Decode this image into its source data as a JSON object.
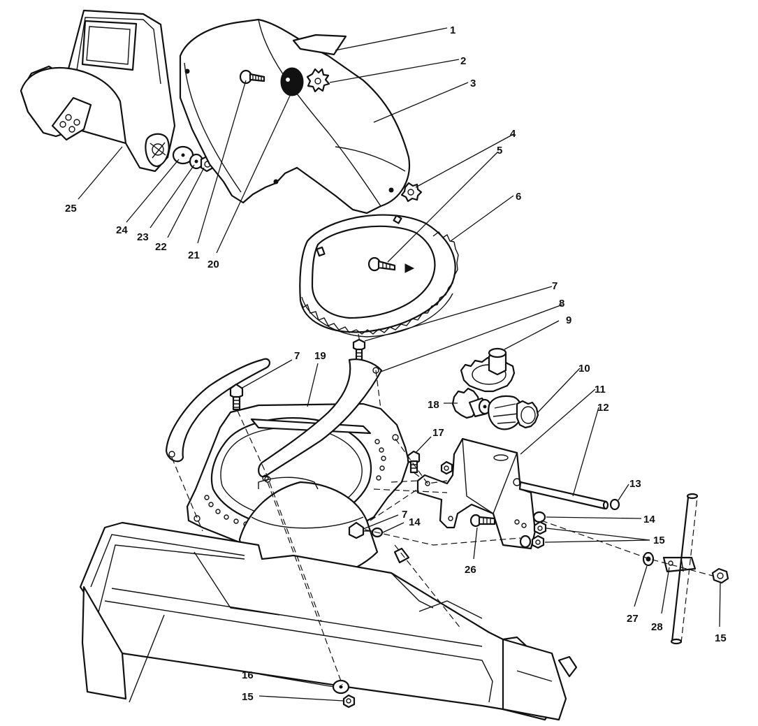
{
  "callouts": [
    {
      "id": "c1",
      "text": "1"
    },
    {
      "id": "c2",
      "text": "2"
    },
    {
      "id": "c3",
      "text": "3"
    },
    {
      "id": "c4",
      "text": "4"
    },
    {
      "id": "c5",
      "text": "5"
    },
    {
      "id": "c6",
      "text": "6"
    },
    {
      "id": "c7a",
      "text": "7"
    },
    {
      "id": "c8",
      "text": "8"
    },
    {
      "id": "c9",
      "text": "9"
    },
    {
      "id": "c10",
      "text": "10"
    },
    {
      "id": "c11",
      "text": "11"
    },
    {
      "id": "c12",
      "text": "12"
    },
    {
      "id": "c13",
      "text": "13"
    },
    {
      "id": "c14a",
      "text": "14"
    },
    {
      "id": "c15a",
      "text": "15"
    },
    {
      "id": "c7b",
      "text": "7"
    },
    {
      "id": "c19",
      "text": "19"
    },
    {
      "id": "c18",
      "text": "18"
    },
    {
      "id": "c17",
      "text": "17"
    },
    {
      "id": "c7c",
      "text": "7"
    },
    {
      "id": "c14b",
      "text": "14"
    },
    {
      "id": "c26",
      "text": "26"
    },
    {
      "id": "c27",
      "text": "27"
    },
    {
      "id": "c28",
      "text": "28"
    },
    {
      "id": "c15b",
      "text": "15"
    },
    {
      "id": "c16",
      "text": "16"
    },
    {
      "id": "c15c",
      "text": "15"
    },
    {
      "id": "c25",
      "text": "25"
    },
    {
      "id": "c24",
      "text": "24"
    },
    {
      "id": "c23",
      "text": "23"
    },
    {
      "id": "c22",
      "text": "22"
    },
    {
      "id": "c21",
      "text": "21"
    },
    {
      "id": "c20",
      "text": "20"
    }
  ]
}
